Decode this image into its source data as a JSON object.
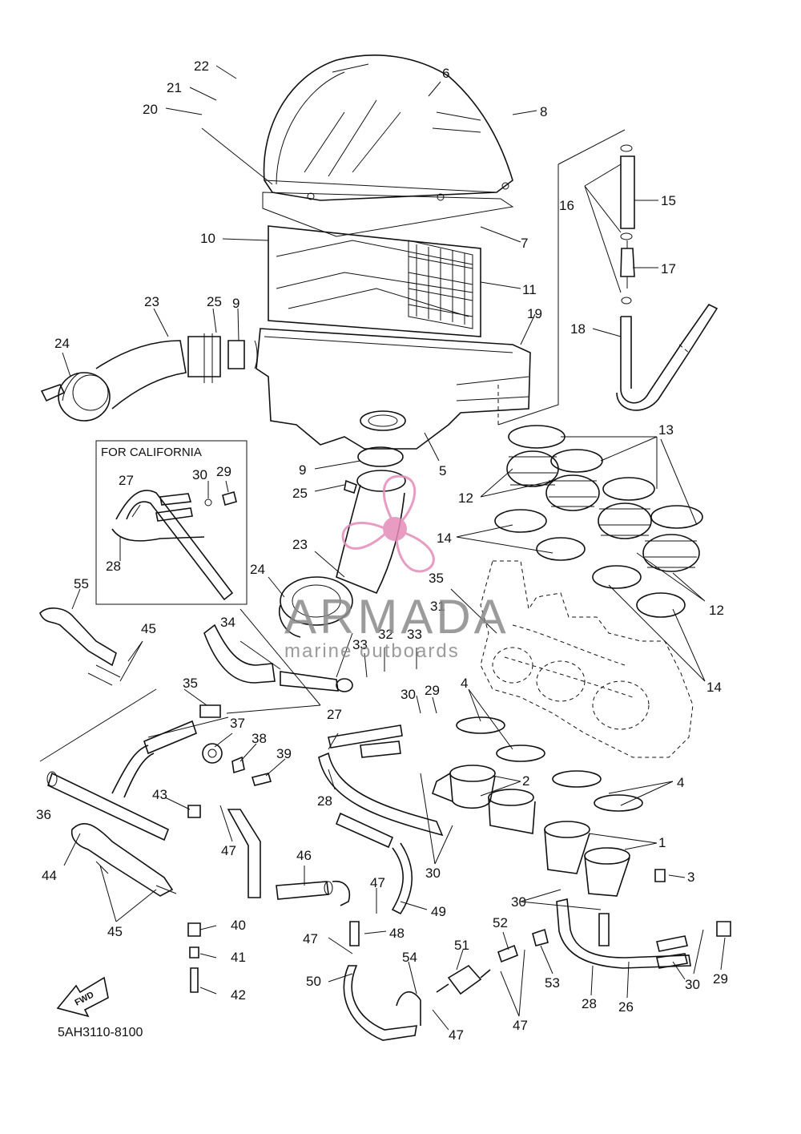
{
  "diagram": {
    "inset_title": "FOR CALIFORNIA",
    "catalog_code": "5AH3110-8100",
    "fwd_label": "FWD",
    "callouts": [
      {
        "id": "c1",
        "text": "1"
      },
      {
        "id": "c2",
        "text": "2"
      },
      {
        "id": "c3",
        "text": "3"
      },
      {
        "id": "c4a",
        "text": "4"
      },
      {
        "id": "c4b",
        "text": "4"
      },
      {
        "id": "c5",
        "text": "5"
      },
      {
        "id": "c6",
        "text": "6"
      },
      {
        "id": "c7",
        "text": "7"
      },
      {
        "id": "c8",
        "text": "8"
      },
      {
        "id": "c9a",
        "text": "9"
      },
      {
        "id": "c9b",
        "text": "9"
      },
      {
        "id": "c10",
        "text": "10"
      },
      {
        "id": "c11",
        "text": "11"
      },
      {
        "id": "c12a",
        "text": "12"
      },
      {
        "id": "c12b",
        "text": "12"
      },
      {
        "id": "c13",
        "text": "13"
      },
      {
        "id": "c14a",
        "text": "14"
      },
      {
        "id": "c14b",
        "text": "14"
      },
      {
        "id": "c15",
        "text": "15"
      },
      {
        "id": "c16",
        "text": "16"
      },
      {
        "id": "c17",
        "text": "17"
      },
      {
        "id": "c18",
        "text": "18"
      },
      {
        "id": "c19",
        "text": "19"
      },
      {
        "id": "c20",
        "text": "20"
      },
      {
        "id": "c21",
        "text": "21"
      },
      {
        "id": "c22",
        "text": "22"
      },
      {
        "id": "c23a",
        "text": "23"
      },
      {
        "id": "c23b",
        "text": "23"
      },
      {
        "id": "c24a",
        "text": "24"
      },
      {
        "id": "c24b",
        "text": "24"
      },
      {
        "id": "c25a",
        "text": "25"
      },
      {
        "id": "c25b",
        "text": "25"
      },
      {
        "id": "c26",
        "text": "26"
      },
      {
        "id": "c27a",
        "text": "27"
      },
      {
        "id": "c27b",
        "text": "27"
      },
      {
        "id": "c28a",
        "text": "28"
      },
      {
        "id": "c28b",
        "text": "28"
      },
      {
        "id": "c28c",
        "text": "28"
      },
      {
        "id": "c29a",
        "text": "29"
      },
      {
        "id": "c29b",
        "text": "29"
      },
      {
        "id": "c29c",
        "text": "29"
      },
      {
        "id": "c30a",
        "text": "30"
      },
      {
        "id": "c30b",
        "text": "30"
      },
      {
        "id": "c30c",
        "text": "30"
      },
      {
        "id": "c30d",
        "text": "30"
      },
      {
        "id": "c30e",
        "text": "30"
      },
      {
        "id": "c31",
        "text": "31"
      },
      {
        "id": "c32",
        "text": "32"
      },
      {
        "id": "c33a",
        "text": "33"
      },
      {
        "id": "c33b",
        "text": "33"
      },
      {
        "id": "c34",
        "text": "34"
      },
      {
        "id": "c35a",
        "text": "35"
      },
      {
        "id": "c35b",
        "text": "35"
      },
      {
        "id": "c36",
        "text": "36"
      },
      {
        "id": "c37",
        "text": "37"
      },
      {
        "id": "c38",
        "text": "38"
      },
      {
        "id": "c39",
        "text": "39"
      },
      {
        "id": "c40",
        "text": "40"
      },
      {
        "id": "c41",
        "text": "41"
      },
      {
        "id": "c42",
        "text": "42"
      },
      {
        "id": "c43",
        "text": "43"
      },
      {
        "id": "c44",
        "text": "44"
      },
      {
        "id": "c45a",
        "text": "45"
      },
      {
        "id": "c45b",
        "text": "45"
      },
      {
        "id": "c46",
        "text": "46"
      },
      {
        "id": "c47a",
        "text": "47"
      },
      {
        "id": "c47b",
        "text": "47"
      },
      {
        "id": "c47c",
        "text": "47"
      },
      {
        "id": "c47d",
        "text": "47"
      },
      {
        "id": "c47e",
        "text": "47"
      },
      {
        "id": "c48",
        "text": "48"
      },
      {
        "id": "c49",
        "text": "49"
      },
      {
        "id": "c50",
        "text": "50"
      },
      {
        "id": "c51",
        "text": "51"
      },
      {
        "id": "c52",
        "text": "52"
      },
      {
        "id": "c53",
        "text": "53"
      },
      {
        "id": "c54",
        "text": "54"
      },
      {
        "id": "c55",
        "text": "55"
      }
    ]
  },
  "watermark": {
    "brand": "ARMADA",
    "tagline": "marine outboards",
    "brand_color": "#e58bb8",
    "text_color": "#8a8a8a"
  }
}
